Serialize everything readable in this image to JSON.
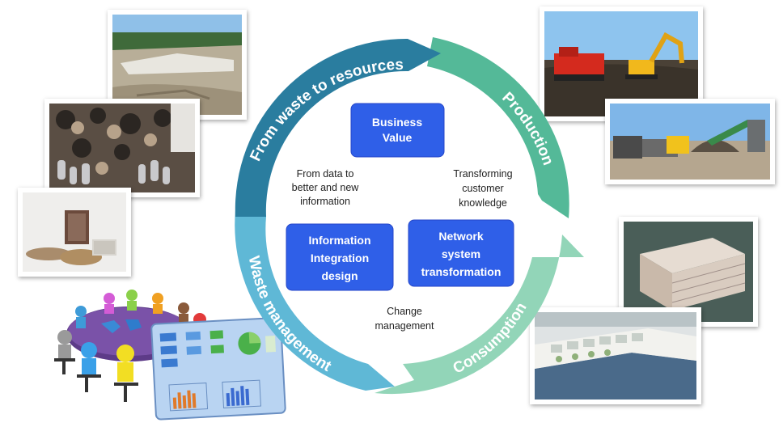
{
  "cycle": {
    "segments": [
      {
        "id": "from_waste",
        "label": "From waste to resources",
        "color": "#2e7fa0"
      },
      {
        "id": "production",
        "label": "Production",
        "color": "#52b899"
      },
      {
        "id": "consumption",
        "label": "Consumption",
        "color": "#8fd3b5"
      },
      {
        "id": "waste_mgmt",
        "label": "Waste management",
        "color": "#5fb8d6"
      }
    ]
  },
  "center": {
    "business_value": [
      "Business",
      "Value"
    ],
    "information_design": [
      "Information",
      "Integration",
      "design"
    ],
    "network_transformation": [
      "Network",
      "system",
      "transformation"
    ],
    "from_data": [
      "From data to",
      "better and new",
      "information"
    ],
    "transforming": [
      "Transforming",
      "customer",
      "knowledge"
    ],
    "change": [
      "Change",
      "management"
    ]
  },
  "colors": {
    "box": "#2f5fe8",
    "box_border": "#2546c8"
  },
  "icons": [
    "quarry-photo",
    "gravel-photo",
    "recycled-block-photo",
    "meeting-clipart",
    "excavator-photo",
    "trucks-photo",
    "recycled-concrete-photo",
    "city-aerial-photo"
  ]
}
